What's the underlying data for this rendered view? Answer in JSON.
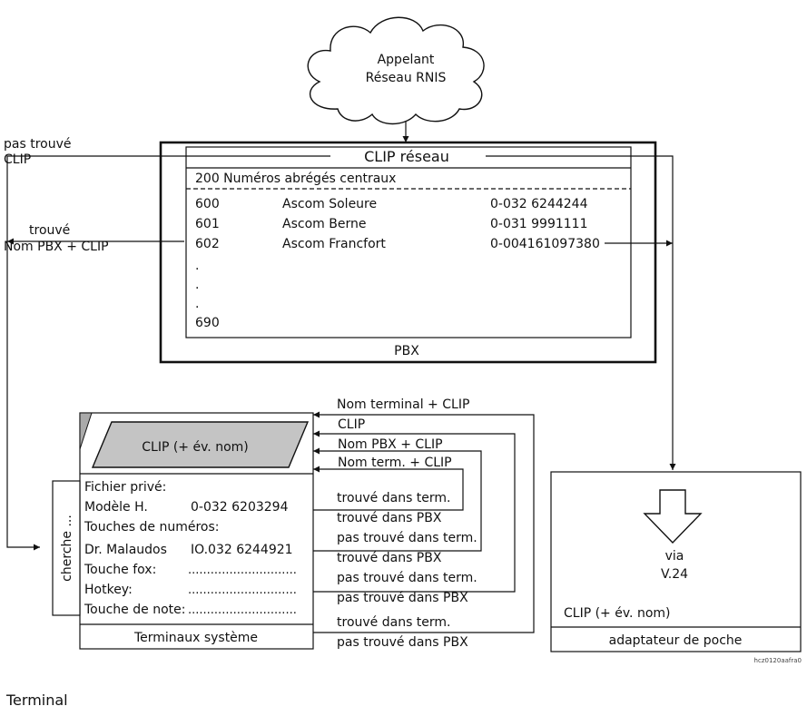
{
  "cloud": {
    "line1": "Appelant",
    "line2": "Réseau RNIS"
  },
  "pbx": {
    "clip_title": "CLIP réseau",
    "directory_title": "200 Numéros abrégés centraux",
    "entries": [
      {
        "num": "600",
        "name": "Ascom Soleure",
        "phone": "0-032 6244244"
      },
      {
        "num": "601",
        "name": "Ascom Berne",
        "phone": "0-031 9991111"
      },
      {
        "num": "602",
        "name": "Ascom Francfort",
        "phone": "0-004161097380"
      }
    ],
    "dots": [
      ".",
      ".",
      "."
    ],
    "last": "690",
    "label": "PBX"
  },
  "left_labels": {
    "not_found_1": "pas trouvé",
    "not_found_2": "CLIP",
    "found_1": "trouvé",
    "found_2": "Nom PBX + CLIP"
  },
  "terminal": {
    "display": "CLIP (+ év. nom)",
    "search": "cherche ...",
    "rows": [
      {
        "label": "Fichier privé:",
        "value": ""
      },
      {
        "label": "Modèle H.",
        "value": "0-032 6203294"
      },
      {
        "label": "Touches de numéros:",
        "value": ""
      },
      {
        "label": "Dr. Malaudos",
        "value": "IO.032 6244921"
      },
      {
        "label": "Touche fox:",
        "value": "............................."
      },
      {
        "label": "Hotkey:",
        "value": "............................."
      },
      {
        "label": "Touche de note:",
        "value": "............................."
      }
    ],
    "footer": "Terminaux système"
  },
  "flow_labels": {
    "top": [
      "Nom terminal + CLIP",
      "CLIP",
      "Nom PBX + CLIP",
      "Nom term. + CLIP"
    ],
    "results": [
      "trouvé dans term.",
      "trouvé dans PBX",
      "pas trouvé dans term.",
      "trouvé dans PBX",
      "pas trouvé dans term.",
      "pas trouvé dans PBX",
      "trouvé dans term.",
      "pas trouvé dans PBX"
    ]
  },
  "adapter": {
    "via": "via",
    "v24": "V.24",
    "clip": "CLIP (+ év. nom)",
    "footer": "adaptateur de poche"
  },
  "figure_code": "hcz0120aafra0",
  "caption": "Terminal"
}
